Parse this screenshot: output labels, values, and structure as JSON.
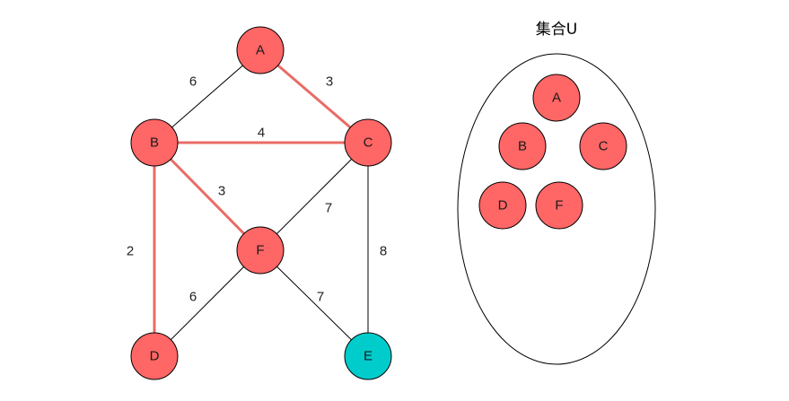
{
  "colors": {
    "node_red": "#ff6666",
    "node_teal": "#00cccc",
    "mst_edge": "#ea6b66",
    "plain_edge": "#000000"
  },
  "graph": {
    "nodes": [
      {
        "id": "A",
        "label": "A",
        "color": "node_red"
      },
      {
        "id": "B",
        "label": "B",
        "color": "node_red"
      },
      {
        "id": "C",
        "label": "C",
        "color": "node_red"
      },
      {
        "id": "F",
        "label": "F",
        "color": "node_red"
      },
      {
        "id": "D",
        "label": "D",
        "color": "node_red"
      },
      {
        "id": "E",
        "label": "E",
        "color": "node_teal"
      }
    ],
    "edges": [
      {
        "from": "A",
        "to": "B",
        "weight": "6",
        "in_mst": false
      },
      {
        "from": "A",
        "to": "C",
        "weight": "3",
        "in_mst": true
      },
      {
        "from": "B",
        "to": "C",
        "weight": "4",
        "in_mst": true
      },
      {
        "from": "B",
        "to": "F",
        "weight": "3",
        "in_mst": true
      },
      {
        "from": "B",
        "to": "D",
        "weight": "2",
        "in_mst": true
      },
      {
        "from": "C",
        "to": "F",
        "weight": "7",
        "in_mst": false
      },
      {
        "from": "C",
        "to": "E",
        "weight": "8",
        "in_mst": false
      },
      {
        "from": "F",
        "to": "D",
        "weight": "6",
        "in_mst": false
      },
      {
        "from": "F",
        "to": "E",
        "weight": "7",
        "in_mst": false
      }
    ]
  },
  "set_u": {
    "title": "集合U",
    "members": [
      "A",
      "B",
      "C",
      "D",
      "F"
    ]
  }
}
